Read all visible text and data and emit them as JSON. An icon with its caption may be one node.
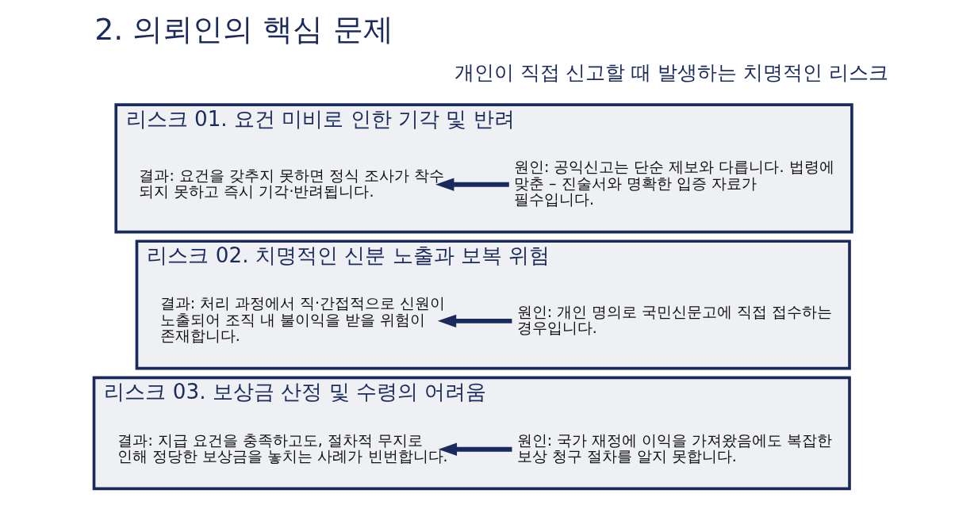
{
  "diagram": {
    "title": "2. 의뢰인의 핵심 문제",
    "nodes": [
      {
        "text": [
          "리스크 01. 요건 미비로 인한 기각 및 반려"
        ]
      },
      {
        "text": [
          "원인: 공익신고는 단순 제보와 다릅니다. 법령에 맞춘 – 진술서와 명확한 입증 자료가 필수입니다."
        ],
        "in": 0
      },
      {
        "text": [
          "결과: 요건을 갖추지 못하면 정식 조사가 착수 되지 못하고 즉시 기각·반려됩니다."
        ],
        "in": 0
      },
      {
        "text": [
          "리스크 02. 치명적인 신분 노출과 보복 위험"
        ]
      },
      {
        "text": [
          "원인: 개인 명의로 국민신문고에 직접 접수하는 경우입니다."
        ],
        "in": 3
      },
      {
        "text": [
          "결과: 처리 과정에서 직·간접적으로 신원이 노출되어 조직 내 불이익을 받을 위험이 존재합니다."
        ],
        "in": 3
      },
      {
        "text": [
          "리스크 03. 보상금 산정 및 수령의 어려움"
        ]
      },
      {
        "text": [
          "원인: 국가 재정에 이익을 가져왔음에도 복잡한 보상 청구 절차를 알지 못합니다."
        ],
        "in": 6
      },
      {
        "text": [
          "결과: 지급 요건을 충족하고도, 절차적 무지로 인해 정당한 보상금을 놓치는 사례가 빈번합니다."
        ],
        "in": 6
      }
    ],
    "edges": [
      {
        "from": 1,
        "to": 2,
        "arrow": "to"
      },
      {
        "from": 4,
        "to": 5,
        "arrow": "to"
      },
      {
        "from": 7,
        "to": 8,
        "arrow": "to"
      }
    ],
    "labels": [
      "개인이 직접 신고할 때 발생하는 치명적인 리스크"
    ]
  }
}
